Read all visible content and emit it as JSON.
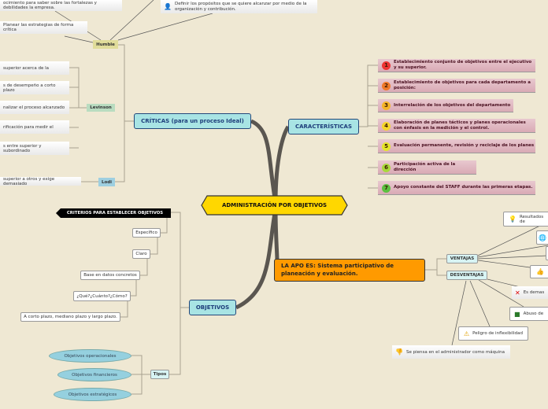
{
  "central": "ADMINISTRACIÓN POR OBJETIVOS",
  "criticas": {
    "title": "CRÍTICAS (para un proceso Ideal)",
    "humble": {
      "label": "Humble",
      "items": [
        "ocimiento para saber sobre las fortalezas y debilidades la empresa.",
        "Planear las estrategias de forma crítica",
        "Definir los propósitos que se quiere alcanzar por medio de la organización y contribución."
      ]
    },
    "levinson": {
      "label": "Levinson",
      "items": [
        "superior acerca de la",
        "s de desempeño a corto plazo",
        "nalizar el proceso alcanzado",
        "rificación para medir el",
        "s entre superior y subordinado"
      ]
    },
    "lodi": {
      "label": "Lodi",
      "items": [
        "superior a otros y exige demasiado"
      ]
    }
  },
  "caracteristicas": {
    "title": "CARACTERÍSTICAS",
    "items": [
      {
        "n": "1",
        "text": "Establecimiento conjunto de objetivos entre el ejecutivo y su superior.",
        "color": "#e33"
      },
      {
        "n": "2",
        "text": "Establecimiento de objetivos para cada departamento a posición:",
        "color": "#f07a2a"
      },
      {
        "n": "3",
        "text": "Interrelación de los objetivos del departamento",
        "color": "#f5b52a"
      },
      {
        "n": "4",
        "text": "Elaboración de planes tácticos y planes operacionales con énfasis en la medición y el control.",
        "color": "#f5d62a"
      },
      {
        "n": "5",
        "text": "Evaluación permanente, revisión y reciclaje de los planes",
        "color": "#e5e52a"
      },
      {
        "n": "6",
        "text": "Participación activa de la dirección",
        "color": "#a8d83a"
      },
      {
        "n": "7",
        "text": "Apoyo constante del STAFF durante las primeras etapas.",
        "color": "#5cc040"
      }
    ]
  },
  "apo": {
    "title": "LA APO ES: Sistema participativo de planeación y evaluación.",
    "ventajas": {
      "label": "VENTAJAS",
      "items": [
        "Resultados de",
        "",
        "",
        " "
      ]
    },
    "desventajas": {
      "label": "DESVENTAJAS",
      "items": [
        "Es demas",
        "Abuso de",
        "Peligro de inflexibilidad",
        "Se piensa en el administrador como máquina"
      ]
    }
  },
  "objetivos": {
    "title": "OBJETIVOS",
    "criterios": {
      "label": "CRITERIOS PARA ESTABLECER OBJETIVOS",
      "items": [
        "Específico",
        "Claro",
        "Base en datos concretos",
        "¿Qué?¿Cuánto?¿Cómo?",
        "A corto plazo, mediano plazo y largo plazo."
      ]
    },
    "tipos": {
      "label": "Tipos",
      "items": [
        "Objetivos operacionales",
        "Objetivos financieros",
        "Objetivos estratégicos"
      ]
    }
  }
}
